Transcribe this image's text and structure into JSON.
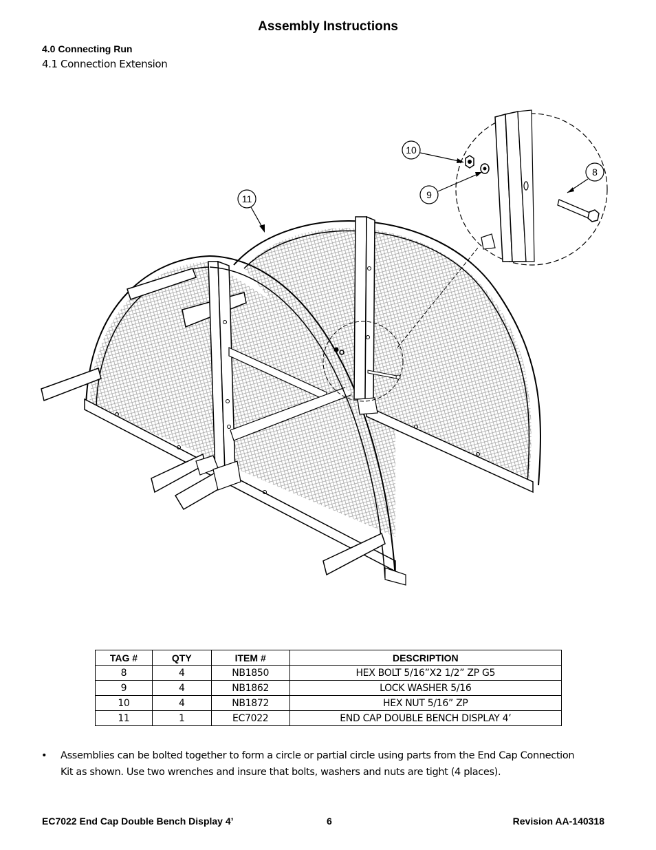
{
  "header": {
    "title": "Assembly Instructions",
    "section": "4.0 Connecting Run",
    "subsection": "4.1 Connection Extension"
  },
  "callouts": {
    "tag8": "8",
    "tag9": "9",
    "tag10": "10",
    "tag11": "11"
  },
  "parts_table": {
    "headers": [
      "TAG #",
      "QTY",
      "ITEM #",
      "DESCRIPTION"
    ],
    "rows": [
      [
        "8",
        "4",
        "NB1850",
        "HEX BOLT 5/16”X2 1/2” ZP G5"
      ],
      [
        "9",
        "4",
        "NB1862",
        "LOCK WASHER 5/16"
      ],
      [
        "10",
        "4",
        "NB1872",
        "HEX NUT 5/16” ZP"
      ],
      [
        "11",
        "1",
        "EC7022",
        "END CAP DOUBLE BENCH DISPLAY 4’"
      ]
    ]
  },
  "note": {
    "bullet": "•",
    "text": "Assemblies can be bolted together to form a circle or partial circle using parts from the End Cap Connection Kit as shown.  Use two wrenches and insure that bolts, washers and nuts are tight (4 places)."
  },
  "footer": {
    "left": "EC7022  End Cap Double Bench Display 4’",
    "center": "6",
    "right": "Revision AA-140318"
  }
}
